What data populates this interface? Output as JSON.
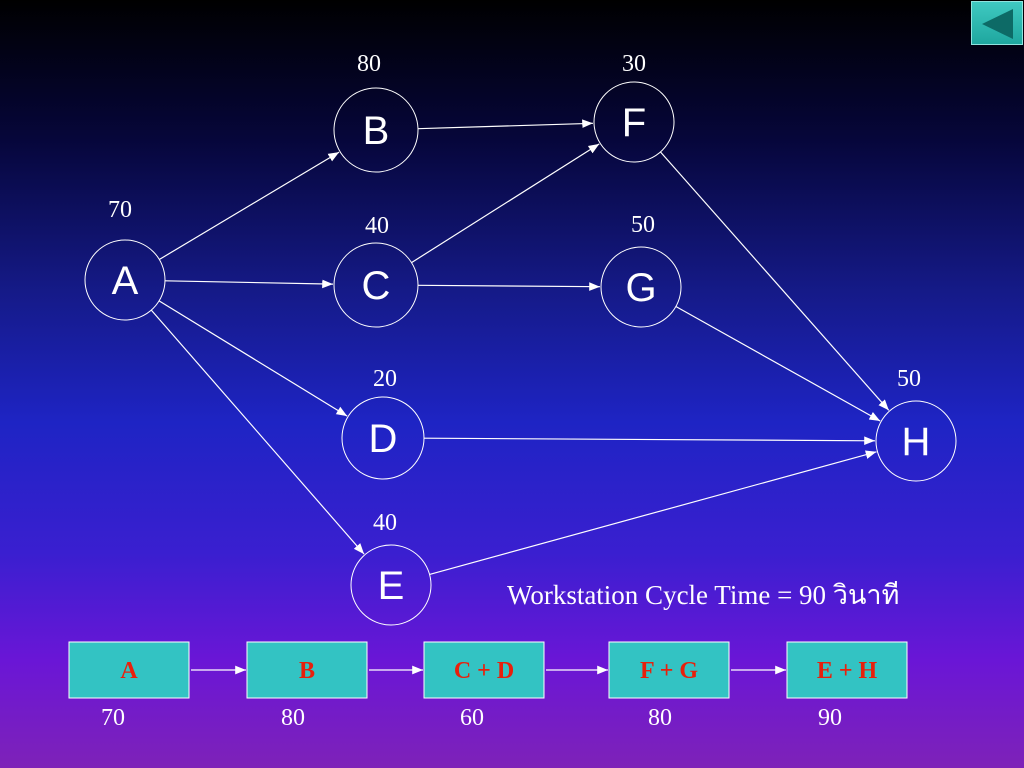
{
  "nodes": [
    {
      "id": "A",
      "label": "A",
      "value": "70"
    },
    {
      "id": "B",
      "label": "B",
      "value": "80"
    },
    {
      "id": "C",
      "label": "C",
      "value": "40"
    },
    {
      "id": "D",
      "label": "D",
      "value": "20"
    },
    {
      "id": "E",
      "label": "E",
      "value": "40"
    },
    {
      "id": "F",
      "label": "F",
      "value": "30"
    },
    {
      "id": "G",
      "label": "G",
      "value": "50"
    },
    {
      "id": "H",
      "label": "H",
      "value": "50"
    }
  ],
  "edges": [
    [
      "A",
      "B"
    ],
    [
      "A",
      "C"
    ],
    [
      "A",
      "D"
    ],
    [
      "A",
      "E"
    ],
    [
      "B",
      "F"
    ],
    [
      "C",
      "F"
    ],
    [
      "C",
      "G"
    ],
    [
      "F",
      "H"
    ],
    [
      "G",
      "H"
    ],
    [
      "D",
      "H"
    ],
    [
      "E",
      "H"
    ]
  ],
  "caption": "Workstation  Cycle  Time = 90 วินาที",
  "workstations": [
    {
      "label": "A",
      "time": "70"
    },
    {
      "label": "B",
      "time": "80"
    },
    {
      "label": "C + D",
      "time": "60"
    },
    {
      "label": "F + G",
      "time": "80"
    },
    {
      "label": "E + H",
      "time": "90"
    }
  ],
  "navigation": {
    "back_icon": "back-triangle-icon"
  },
  "colors": {
    "station_fill": "#33c3c3",
    "station_text": "#e8200c",
    "button_fill": "#2bb8b0",
    "button_arrow": "#0d6a66"
  }
}
